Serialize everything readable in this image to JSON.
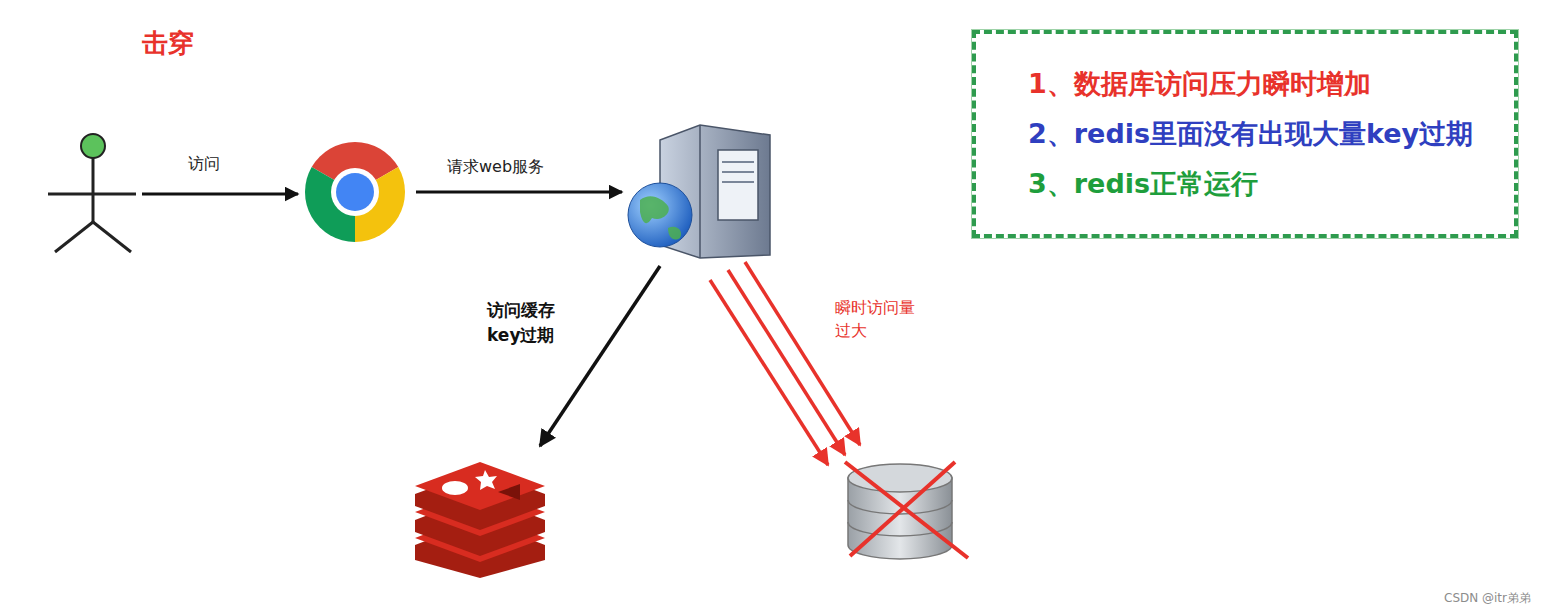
{
  "diagram": {
    "title": "击穿",
    "nodes": [
      {
        "text": [
          "1、数据库访问压力瞬时增加",
          "2、redis里面没有出现大量key过期",
          "3、redis正常运行"
        ]
      }
    ],
    "labels": [
      "访问",
      "请求web服务",
      "访问缓存 key过期",
      "瞬时访问量 过大",
      "CSDN @itr弟弟"
    ]
  }
}
